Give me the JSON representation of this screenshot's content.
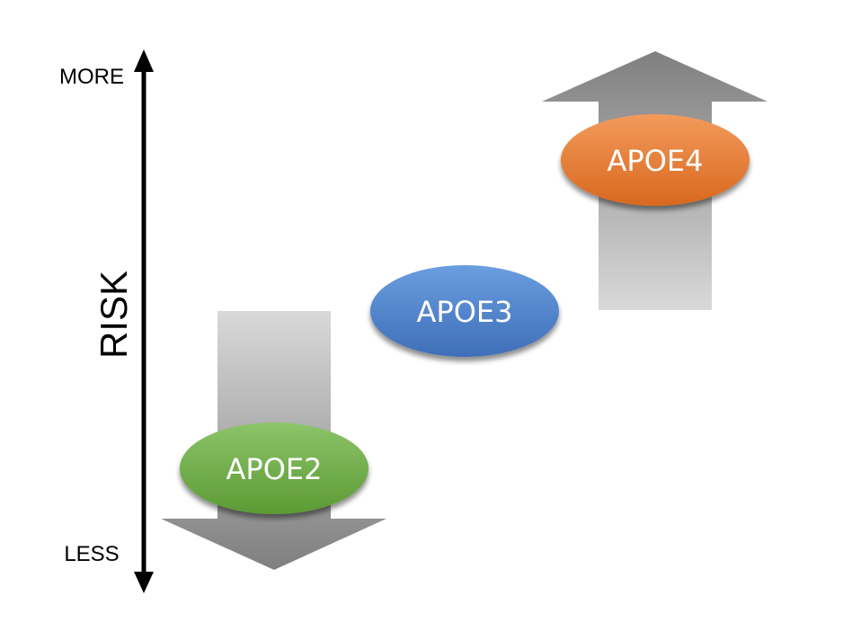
{
  "axis": {
    "title": "RISK",
    "top_label": "MORE",
    "bottom_label": "LESS"
  },
  "alleles": [
    {
      "name": "APOE2",
      "color": "#70ad47",
      "direction": "down"
    },
    {
      "name": "APOE3",
      "color": "#4472c4",
      "direction": "none"
    },
    {
      "name": "APOE4",
      "color": "#ed7d31",
      "direction": "up"
    }
  ],
  "arrow_colors": {
    "light": "#d9d9d9",
    "dark": "#7f7f7f"
  }
}
